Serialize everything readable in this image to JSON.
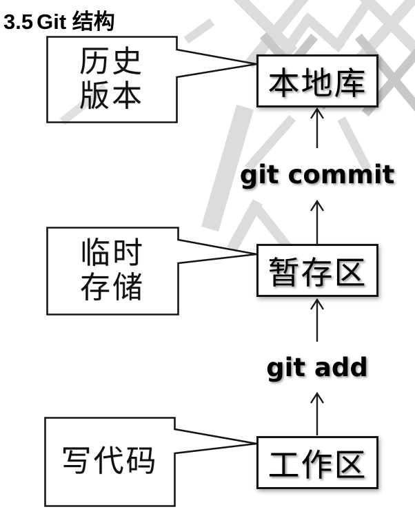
{
  "heading": {
    "number": "3.5",
    "title": "Git 结构"
  },
  "diagram": {
    "nodes": [
      {
        "id": "local-repo",
        "label": "本地库"
      },
      {
        "id": "staging-area",
        "label": "暂存区"
      },
      {
        "id": "working-area",
        "label": "工作区"
      }
    ],
    "callouts": [
      {
        "id": "history-version",
        "lines": [
          "历史",
          "版本"
        ],
        "points_to": "local-repo"
      },
      {
        "id": "temp-storage",
        "lines": [
          "临时",
          "存储"
        ],
        "points_to": "staging-area"
      },
      {
        "id": "write-code",
        "lines": [
          "写代码"
        ],
        "points_to": "working-area"
      }
    ],
    "arrows": [
      {
        "id": "commit-arrow",
        "label": "git commit",
        "from": "staging-area",
        "to": "local-repo"
      },
      {
        "id": "add-arrow",
        "label": "git add",
        "from": "working-area",
        "to": "staging-area"
      }
    ],
    "colors": {
      "border": "#141414",
      "text": "#000000",
      "background": "#ffffff",
      "watermark_light": "#dcdcdc",
      "watermark_mid": "#c8c8c8"
    }
  }
}
